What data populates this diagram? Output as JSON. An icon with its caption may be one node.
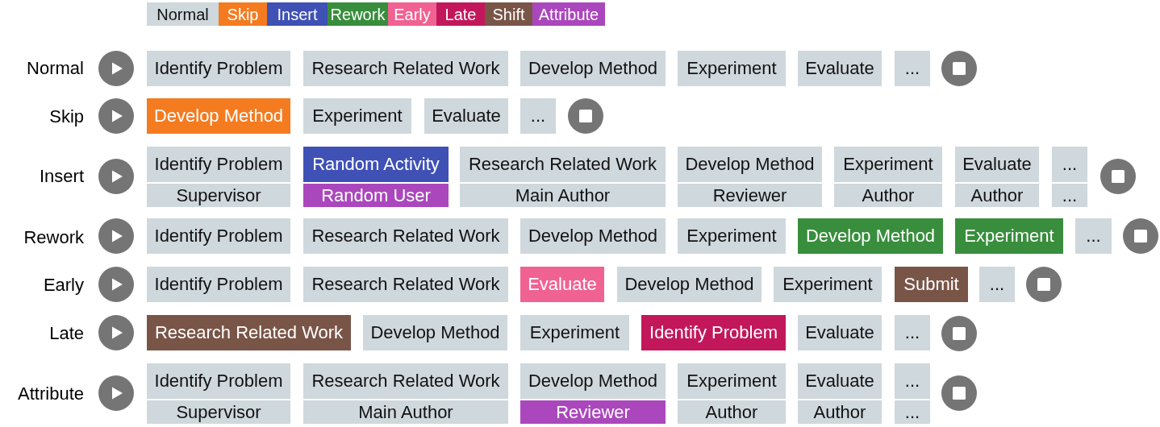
{
  "diagram": {
    "nodes": [
      {
        "text": [
          "Identify Problem"
        ]
      },
      {
        "text": [
          "Research Related Work"
        ]
      },
      {
        "text": [
          "Develop Method"
        ]
      },
      {
        "text": [
          "Experiment"
        ]
      },
      {
        "text": [
          "Evaluate"
        ]
      },
      {
        "text": [
          "..."
        ]
      },
      {
        "text": [
          "Develop Method"
        ]
      },
      {
        "text": [
          "Experiment"
        ]
      },
      {
        "text": [
          "Evaluate"
        ]
      },
      {
        "text": [
          "..."
        ]
      },
      {
        "text": [
          "Identify Problem"
        ]
      },
      {
        "text": [
          "Supervisor"
        ]
      },
      {
        "text": [
          "Random Activity"
        ]
      },
      {
        "text": [
          "Random User"
        ]
      },
      {
        "text": [
          "Research Related Work"
        ]
      },
      {
        "text": [
          "Main Author"
        ]
      },
      {
        "text": [
          "Develop Method"
        ]
      },
      {
        "text": [
          "Reviewer"
        ]
      },
      {
        "text": [
          "Experiment"
        ]
      },
      {
        "text": [
          "Author"
        ]
      },
      {
        "text": [
          "Evaluate"
        ]
      },
      {
        "text": [
          "Author"
        ]
      },
      {
        "text": [
          "..."
        ]
      },
      {
        "text": [
          "..."
        ]
      },
      {
        "text": [
          "Identify Problem"
        ]
      },
      {
        "text": [
          "Research Related Work"
        ]
      },
      {
        "text": [
          "Develop Method"
        ]
      },
      {
        "text": [
          "Experiment"
        ]
      },
      {
        "text": [
          "Develop Method"
        ]
      },
      {
        "text": [
          "Experiment"
        ]
      },
      {
        "text": [
          "..."
        ]
      },
      {
        "text": [
          "Identify Problem"
        ]
      },
      {
        "text": [
          "Research Related Work"
        ]
      },
      {
        "text": [
          "Evaluate"
        ]
      },
      {
        "text": [
          "Develop Method"
        ]
      },
      {
        "text": [
          "Experiment"
        ]
      },
      {
        "text": [
          "Submit"
        ]
      },
      {
        "text": [
          "..."
        ]
      },
      {
        "text": [
          "Research Related Work"
        ]
      },
      {
        "text": [
          "Develop Method"
        ]
      },
      {
        "text": [
          "Experiment"
        ]
      },
      {
        "text": [
          "Identify Problem"
        ]
      },
      {
        "text": [
          "Evaluate"
        ]
      },
      {
        "text": [
          "..."
        ]
      },
      {
        "text": [
          "Identify Problem"
        ]
      },
      {
        "text": [
          "Supervisor"
        ]
      },
      {
        "text": [
          "Research Related Work"
        ]
      },
      {
        "text": [
          "Main Author"
        ]
      },
      {
        "text": [
          "Develop Method"
        ]
      },
      {
        "text": [
          "Reviewer"
        ]
      },
      {
        "text": [
          "Experiment"
        ]
      },
      {
        "text": [
          "Author"
        ]
      },
      {
        "text": [
          "Evaluate"
        ]
      },
      {
        "text": [
          "Author"
        ]
      },
      {
        "text": [
          "..."
        ]
      },
      {
        "text": [
          "..."
        ]
      }
    ],
    "labels": [
      "Normal",
      "Skip",
      "Insert",
      "Rework",
      "Early",
      "Late",
      "Attribute"
    ],
    "legend": [
      {
        "text": "Normal",
        "color": "#cfd8dc"
      },
      {
        "text": "Skip",
        "color": "#f47b20"
      },
      {
        "text": "Insert",
        "color": "#3f51b5"
      },
      {
        "text": "Rework",
        "color": "#388e3c"
      },
      {
        "text": "Early",
        "color": "#f06292"
      },
      {
        "text": "Late",
        "color": "#c2185b"
      },
      {
        "text": "Shift",
        "color": "#795548"
      },
      {
        "text": "Attribute",
        "color": "#ab47bc"
      }
    ]
  }
}
